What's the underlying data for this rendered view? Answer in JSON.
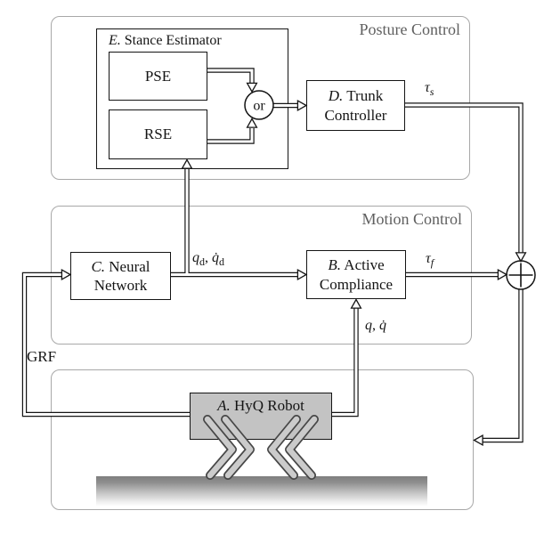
{
  "containers": {
    "posture": "Posture Control",
    "motion": "Motion Control"
  },
  "blocks": {
    "stance_prefix": "E.",
    "stance_rest": " Stance Estimator",
    "pse": "PSE",
    "rse": "RSE",
    "or_label": "or",
    "trunk_prefix": "D.",
    "trunk_line1": " Trunk",
    "trunk_line2": "Controller",
    "neural_prefix": "C.",
    "neural_line1": " Neural",
    "neural_line2": "Network",
    "active_prefix": "B.",
    "active_line1": " Active",
    "active_line2": "Compliance",
    "robot_prefix": "A.",
    "robot_rest": " HyQ Robot"
  },
  "signals": {
    "qd_base1": "q",
    "qd_sub1": "d",
    "qd_sep": ", ",
    "qd_base2": "q̇",
    "qd_sub2": "d",
    "q_base1": "q",
    "q_sep": ", ",
    "q_base2": "q̇",
    "tau_s_base": "τ",
    "tau_s_sub": "s",
    "tau_f_base": "τ",
    "tau_f_sub": "f",
    "grf": "GRF"
  },
  "colors": {
    "container_border": "#a8a8a8",
    "container_label": "#5f5f5f",
    "line": "#141414",
    "robot_fill": "#c3c3c3",
    "leg_fill": "#cbcbcb",
    "ground_top": "#7e7e7e"
  }
}
